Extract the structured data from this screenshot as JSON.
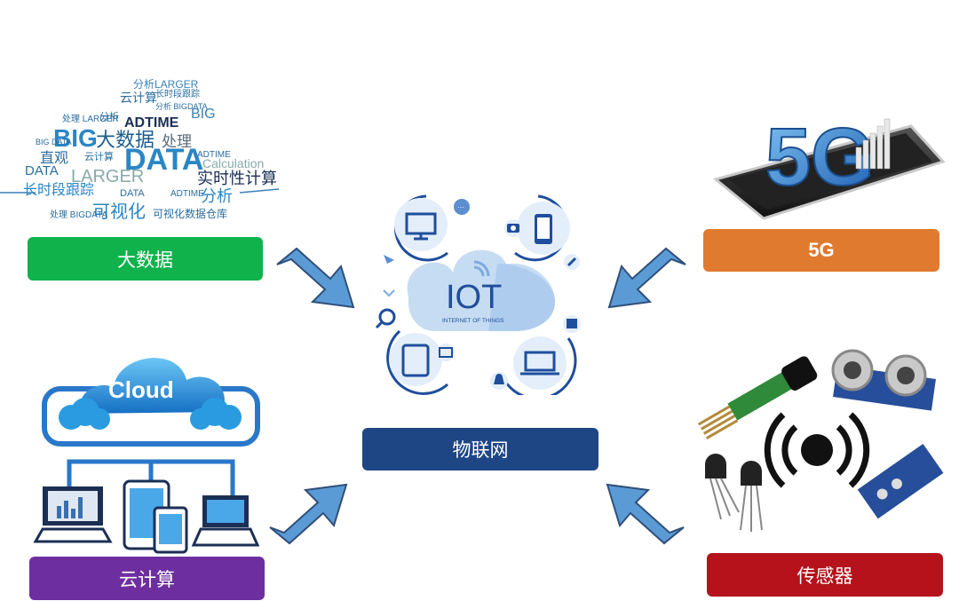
{
  "labels": {
    "bigdata": "大数据",
    "fiveg": "5G",
    "iot": "物联网",
    "cloud": "云计算",
    "sensor": "传感器"
  },
  "colors": {
    "bigdata": "#10b24c",
    "fiveg": "#e07a2e",
    "iot": "#1e4684",
    "cloud": "#6d2fa0",
    "sensor": "#b5121b",
    "arrow": "#5b9bd5",
    "arrow_stroke": "#2f4f7a",
    "iot_ring": "#1f4e9c"
  },
  "iot_center": {
    "title": "IOT",
    "subtitle": "INTERNET OF THINGS"
  },
  "cloud_graphic": {
    "title": "Cloud"
  },
  "wordcloud": {
    "words": [
      "BIG",
      "DATA",
      "大数据",
      "ADTIME",
      "LARGER",
      "实时性计算",
      "可视化",
      "长时段跟踪",
      "分析",
      "处理",
      "直观",
      "云计算",
      "Calculation"
    ]
  },
  "fiveg_graphic": {
    "text": "5G"
  },
  "icons": [
    "monitor-icon",
    "chat-icon",
    "camera-icon",
    "smartphone-icon",
    "location-arrow-icon",
    "pin-icon",
    "wifi-icon",
    "search-icon",
    "calendar-icon",
    "tablet-icon",
    "mail-icon",
    "bell-icon",
    "laptop-icon",
    "broadcast-icon"
  ]
}
